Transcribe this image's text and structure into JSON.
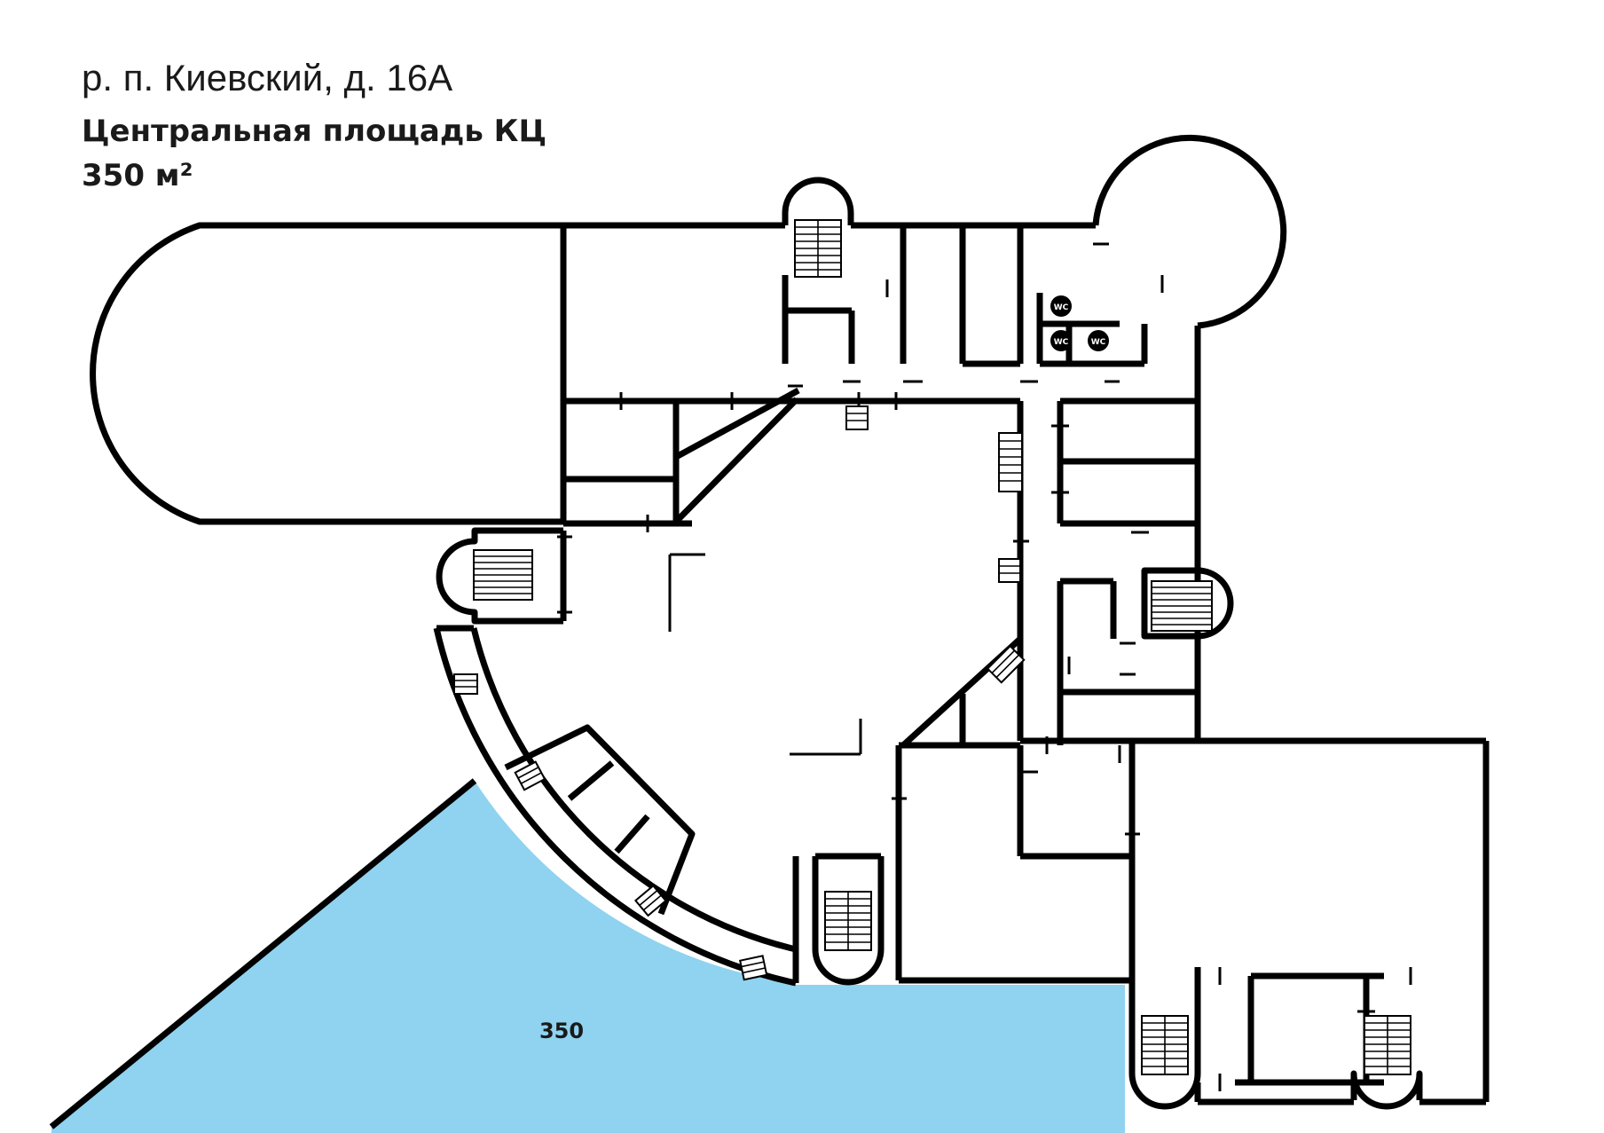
{
  "header": {
    "address": "р. п. Киевский, д. 16А",
    "title": "Центральная площадь КЦ",
    "area": "350 м²"
  },
  "plan": {
    "highlight_label": "350",
    "highlight_color": "#8fd3f0",
    "wc_label": "WC",
    "wall_color": "#000000"
  }
}
